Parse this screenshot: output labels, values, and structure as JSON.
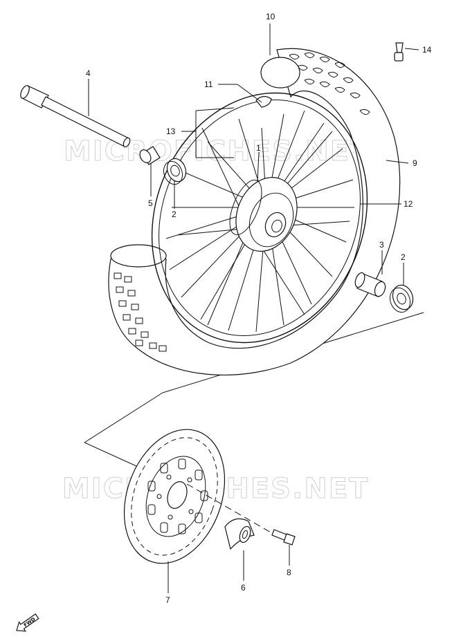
{
  "watermarks": [
    "MICROFICHES.NET",
    "MICROFICHES.NET"
  ],
  "fwd_label": "FWD",
  "parts": [
    {
      "id": "p1",
      "number": "1"
    },
    {
      "id": "p2a",
      "number": "2"
    },
    {
      "id": "p2b",
      "number": "2"
    },
    {
      "id": "p3",
      "number": "3"
    },
    {
      "id": "p4",
      "number": "4"
    },
    {
      "id": "p5",
      "number": "5"
    },
    {
      "id": "p6",
      "number": "6"
    },
    {
      "id": "p7",
      "number": "7"
    },
    {
      "id": "p8",
      "number": "8"
    },
    {
      "id": "p9",
      "number": "9"
    },
    {
      "id": "p10",
      "number": "10"
    },
    {
      "id": "p11",
      "number": "11"
    },
    {
      "id": "p12",
      "number": "12"
    },
    {
      "id": "p13",
      "number": "13"
    },
    {
      "id": "p14",
      "number": "14"
    }
  ]
}
